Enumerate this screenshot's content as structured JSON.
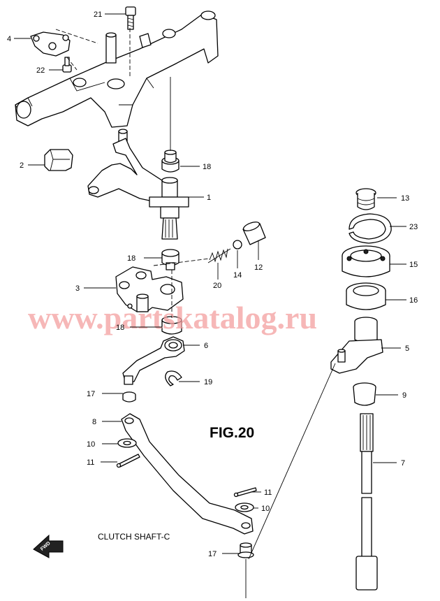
{
  "figure": {
    "label": "FIG.20",
    "caption": "CLUTCH SHAFT-C",
    "watermark": "www.partskatalog.ru",
    "fwd_label": "FWD"
  },
  "callouts": {
    "c21": "21",
    "c4": "4",
    "c22": "22",
    "c2": "2",
    "c18a": "18",
    "c1": "1",
    "c13": "13",
    "c23": "23",
    "c15": "15",
    "c16": "16",
    "c12": "12",
    "c14": "14",
    "c20": "20",
    "c18b": "18",
    "c3": "3",
    "c18c": "18",
    "c5": "5",
    "c6": "6",
    "c19": "19",
    "c17a": "17",
    "c9": "9",
    "c8": "8",
    "c10a": "10",
    "c7": "7",
    "c11a": "11",
    "c11b": "11",
    "c10b": "10",
    "c17b": "17"
  }
}
